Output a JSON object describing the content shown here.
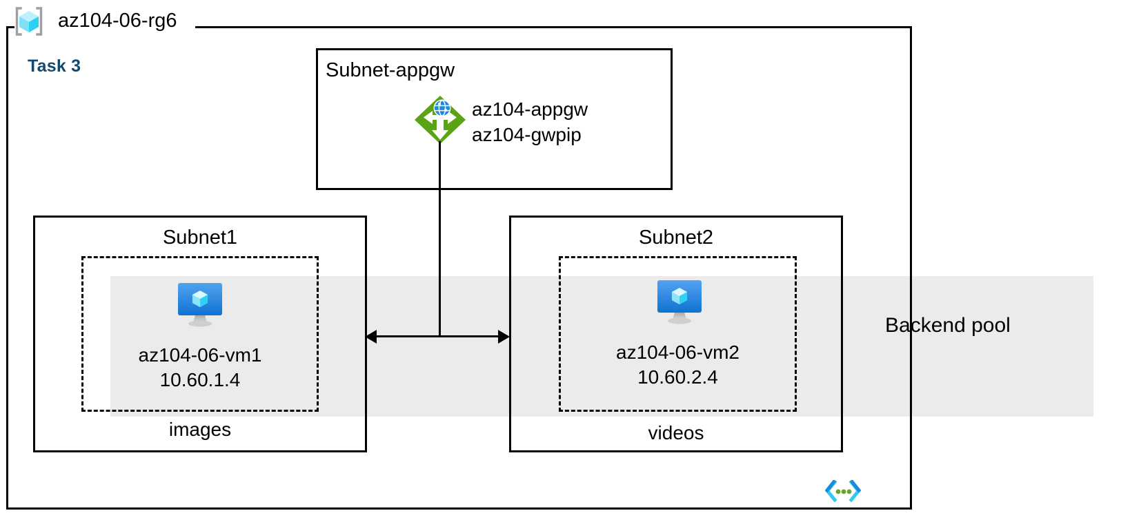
{
  "diagram": {
    "title": "az104-06-rg6",
    "task_label": "Task 3",
    "resource_group_icon": "resource-group-cube-icon",
    "corner_icon": "code-ellipsis-icon",
    "colors": {
      "task_blue": "#11496f",
      "backend_band_gray": "#ebebeb",
      "appgw_green": "#59a315",
      "vm_blue": "#2e8ce6",
      "rg_cube_cyan": "#4fd9f5",
      "code_mark_cyan": "#32c8f0",
      "code_mark_blue": "#1a8bd8",
      "code_mark_green": "#6aa329",
      "outline_black": "#000000"
    }
  },
  "backend_pool": {
    "label": "Backend pool"
  },
  "subnet_appgw": {
    "title": "Subnet-appgw",
    "icon": "application-gateway-icon",
    "gateway_name": "az104-appgw",
    "public_ip_name": "az104-gwpip"
  },
  "subnets": [
    {
      "title": "Subnet1",
      "vm_icon": "virtual-machine-icon",
      "vm_name": "az104-06-vm1",
      "vm_ip": "10.60.1.4",
      "storage_label": "images"
    },
    {
      "title": "Subnet2",
      "vm_icon": "virtual-machine-icon",
      "vm_name": "az104-06-vm2",
      "vm_ip": "10.60.2.4",
      "storage_label": "videos"
    }
  ],
  "connectors": {
    "appgw_to_subnets": "bidirectional-arrow"
  }
}
